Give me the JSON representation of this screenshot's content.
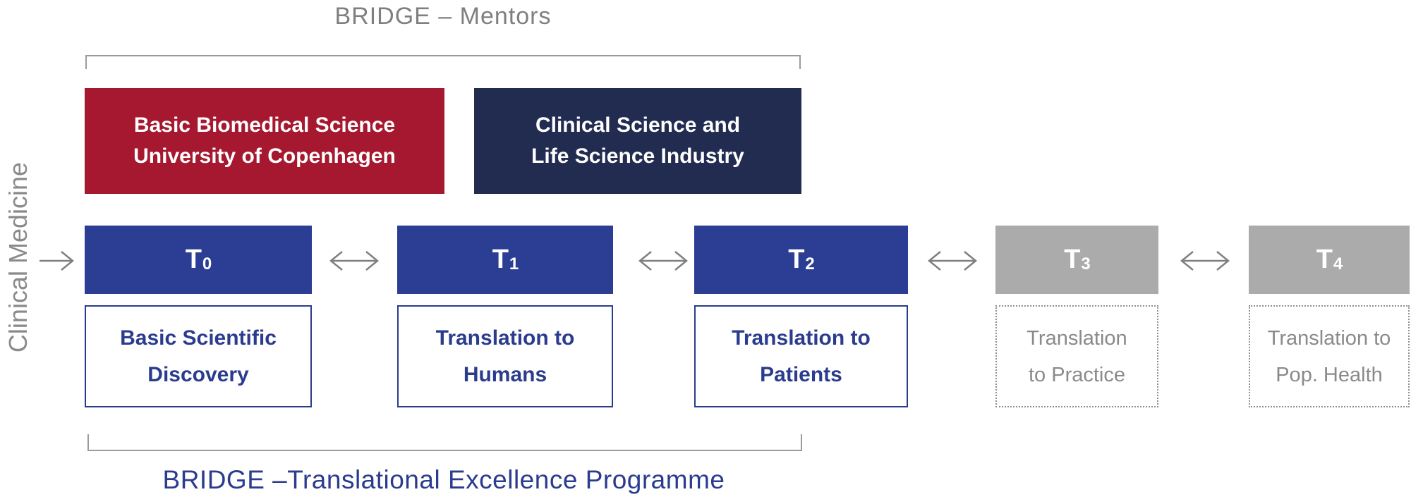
{
  "titles": {
    "top": "BRIDGE – Mentors",
    "bottom": "BRIDGE –Translational Excellence Programme",
    "side": "Clinical Medicine"
  },
  "mentors": [
    {
      "line1": "Basic Biomedical Science",
      "line2": "University of Copenhagen"
    },
    {
      "line1": "Clinical Science and",
      "line2": "Life Science Industry"
    }
  ],
  "stages": [
    {
      "letter": "T",
      "sub": "0",
      "line1": "Basic Scientific",
      "line2": "Discovery",
      "state": "active"
    },
    {
      "letter": "T",
      "sub": "1",
      "line1": "Translation to",
      "line2": "Humans",
      "state": "active"
    },
    {
      "letter": "T",
      "sub": "2",
      "line1": "Translation to",
      "line2": "Patients",
      "state": "active"
    },
    {
      "letter": "T",
      "sub": "3",
      "line1": "Translation",
      "line2": "to Practice",
      "state": "future"
    },
    {
      "letter": "T",
      "sub": "4",
      "line1": "Translation to",
      "line2": "Pop. Health",
      "state": "future"
    }
  ],
  "colors": {
    "mentor_red": "#A5182F",
    "mentor_navy": "#222C50",
    "stage_blue": "#2B3E94",
    "stage_gray": "#ABABAB",
    "accent_text": "#2B3C8E",
    "muted_text": "#8A8A8A",
    "bracket_gray": "#9B9B9B",
    "arrow_gray": "#7F7F7F"
  }
}
